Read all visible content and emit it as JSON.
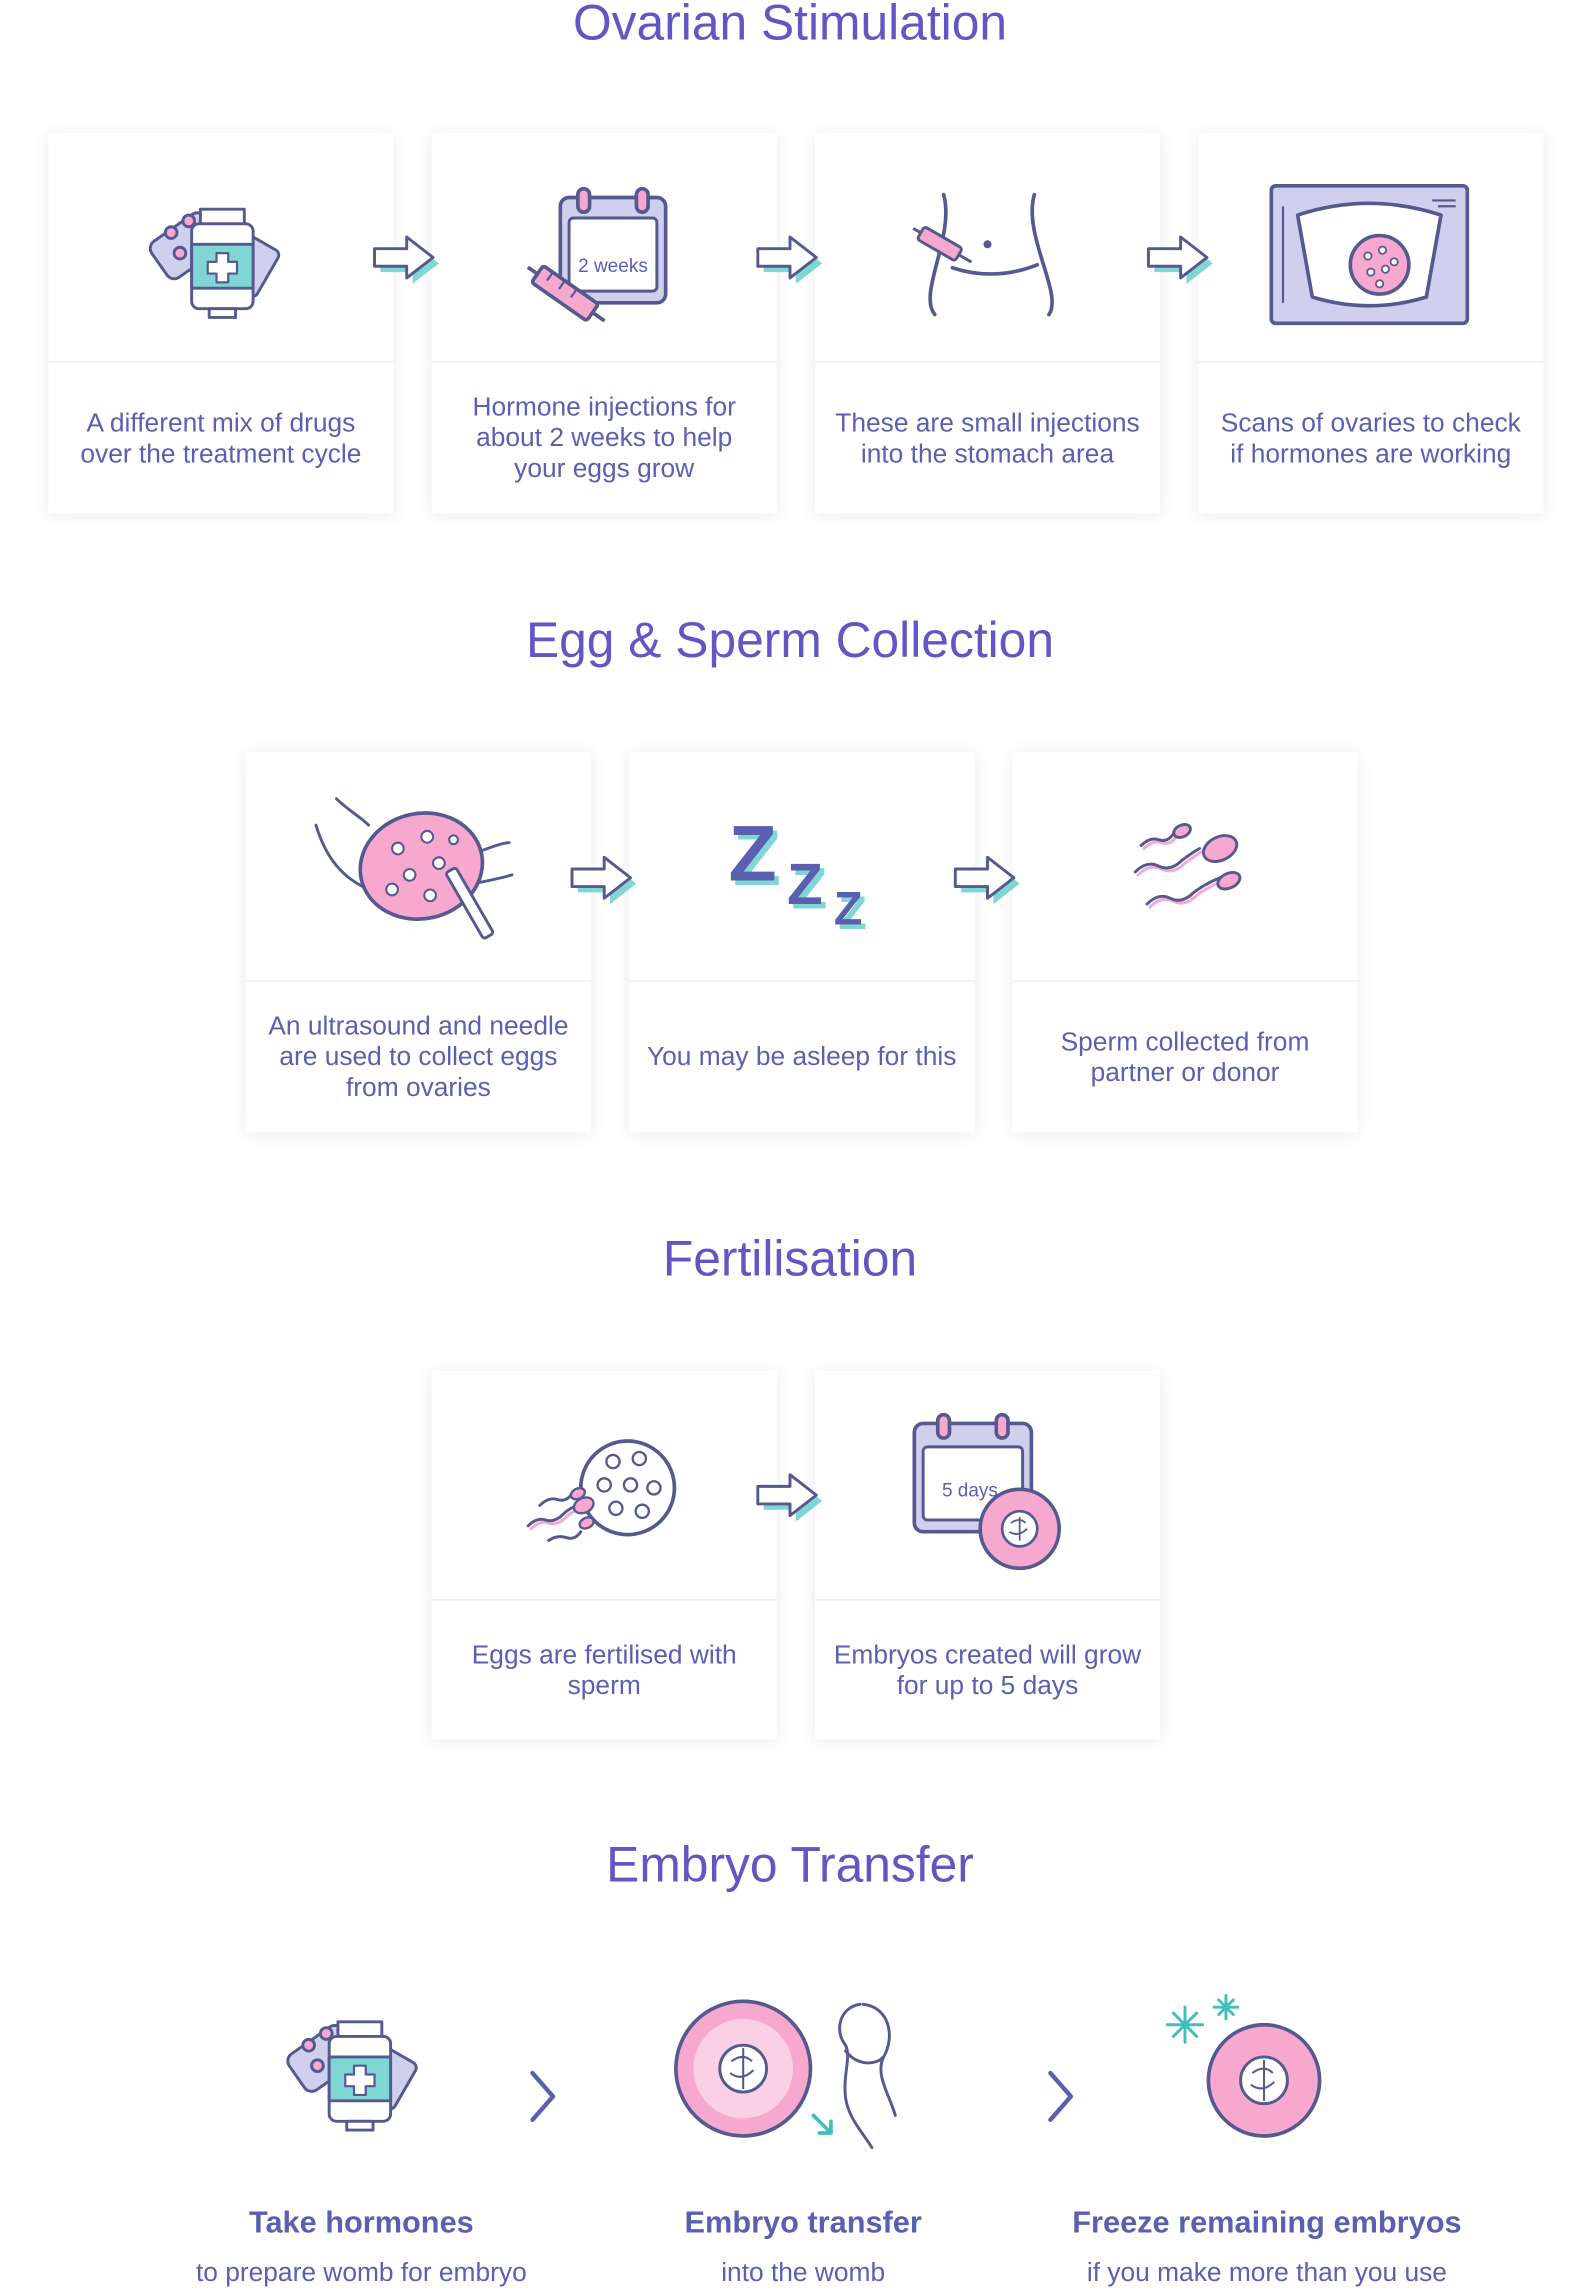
{
  "sections": {
    "ovarian": {
      "title": "Ovarian Stimulation",
      "cards": [
        {
          "caption": "A different mix of drugs over the treatment cycle",
          "icon": "medicine-bottle-icon"
        },
        {
          "caption": "Hormone injections for about 2 weeks to help your eggs grow",
          "icon": "calendar-syringe-icon",
          "calendar_label": "2 weeks"
        },
        {
          "caption": "These are small injections into the stomach area",
          "icon": "stomach-injection-icon"
        },
        {
          "caption": "Scans of ovaries to check if hormones are working",
          "icon": "ultrasound-scan-icon"
        }
      ]
    },
    "collection": {
      "title": "Egg & Sperm Collection",
      "cards": [
        {
          "caption": "An ultrasound and needle are used to collect eggs from ovaries",
          "icon": "egg-collection-needle-icon"
        },
        {
          "caption": "You may be asleep for this",
          "icon": "sleep-zzz-icon"
        },
        {
          "caption": "Sperm collected from partner or donor",
          "icon": "sperm-icon"
        }
      ]
    },
    "fertilisation": {
      "title": "Fertilisation",
      "cards": [
        {
          "caption": "Eggs are fertilised with sperm",
          "icon": "egg-fertilisation-icon"
        },
        {
          "caption": "Embryos created will grow for up to 5 days",
          "icon": "calendar-embryo-icon",
          "calendar_label": "5 days"
        }
      ]
    },
    "transfer": {
      "title": "Embryo Transfer",
      "steps": [
        {
          "title": "Take hormones",
          "subtitle": "to prepare womb for embryo",
          "icon": "medicine-bottle-icon"
        },
        {
          "title": "Embryo transfer",
          "subtitle": "into the womb",
          "icon": "embryo-transfer-icon"
        },
        {
          "title": "Freeze remaining embryos",
          "subtitle": "if you make more than you use",
          "icon": "frozen-embryo-icon"
        }
      ]
    }
  },
  "colors": {
    "title": "#6256c4",
    "text": "#5a5fb0",
    "outline": "#54598f",
    "pink": "#f7a8cf",
    "teal": "#7fd6d3",
    "lavender": "#cfd0ee"
  }
}
